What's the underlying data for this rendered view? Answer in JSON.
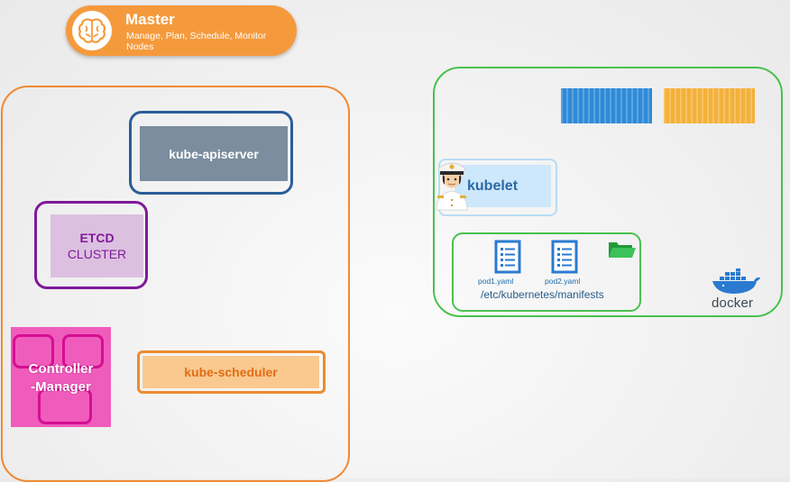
{
  "master": {
    "title": "Master",
    "description": "Manage, Plan, Schedule, Monitor Nodes",
    "icon": "brain-icon"
  },
  "components": {
    "apiserver": "kube-apiserver",
    "etcd_line1": "ETCD",
    "etcd_line2": "CLUSTER",
    "controller_manager_line1": "Controller",
    "controller_manager_line2": "-Manager",
    "scheduler": "kube-scheduler"
  },
  "worker": {
    "kubelet": "kubelet",
    "pod1_file": "pod1.yaml",
    "pod2_file": "pod2.yaml",
    "manifests_path": "/etc/kubernetes/manifests",
    "docker_label": "docker",
    "icons": [
      "captain-icon",
      "document-icon",
      "folder-icon",
      "docker-whale-icon"
    ]
  },
  "colors": {
    "master_accent": "#f59a3c",
    "apiserver": "#2b5d9a",
    "etcd": "#7e1a9a",
    "controller_manager": "#f05cbc",
    "scheduler": "#ee8a30",
    "worker_border": "#49c14e",
    "container_blue": "#2f8ad8",
    "container_orange": "#f3b13a",
    "kubelet": "#cde7fb"
  }
}
